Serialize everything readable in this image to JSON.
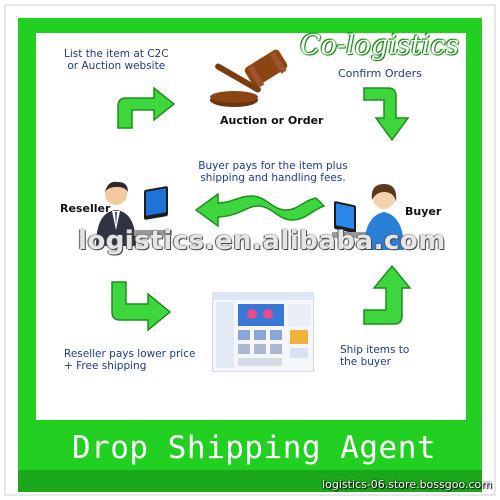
{
  "brand_title": "Co-logistics",
  "steps": {
    "list_item": [
      "List the item at C2C",
      "or Auction website"
    ],
    "confirm_orders": "Confirm Orders",
    "auction_or_order": "Auction or Order",
    "buyer_pays": [
      "Buyer pays for the item plus",
      "shipping and handling fees."
    ],
    "reseller_label": "Reseller",
    "buyer_label": "Buyer",
    "reseller_pays": [
      "Reseller pays lower price",
      "+  Free shipping"
    ],
    "ship_items": [
      "Ship items to",
      "the buyer"
    ]
  },
  "watermark": "logistics.en.alibaba.com",
  "banner_title": "Drop Shipping Agent",
  "footer_url": "logistics-06.store.bossgoo.com",
  "colors": {
    "frame_green": "#1fd11f",
    "arrow_green": "#3cc83c",
    "text_blue": "#1f3a8a"
  }
}
